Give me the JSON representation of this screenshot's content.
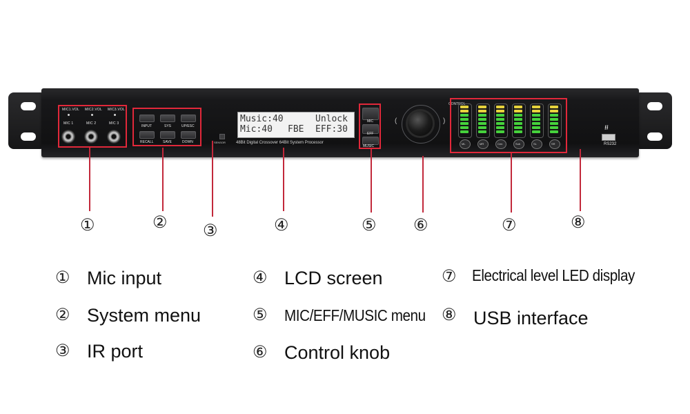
{
  "panel": {
    "mic_section": {
      "vol_labels": [
        "MIC1.VOL",
        "MIC2.VOL",
        "MIC3.VOL"
      ],
      "input_labels": [
        "MIC 1",
        "MIC 2",
        "MIC 3"
      ]
    },
    "system_buttons": [
      "INPUT",
      "SYS",
      "UP/ESC",
      "RECALL",
      "SAVE",
      "DOWN"
    ],
    "sensor_label": "SENSOR",
    "lcd": {
      "line1_left": "Music:40",
      "line1_right": "Unlock",
      "line2_left": "Mic:40",
      "line2_mid": "FBE",
      "line2_right": "EFF:30",
      "subtitle": "48Bit Digital Crossover 64Bit System Processor"
    },
    "mode_buttons": [
      "MIC",
      "EFF",
      "MUSIC"
    ],
    "control_label": "CONTROL",
    "channels": [
      "ML",
      "MR",
      "Cen",
      "Sub",
      "SL",
      "SR"
    ],
    "usb_label": "RS232"
  },
  "callouts": [
    "①",
    "②",
    "③",
    "④",
    "⑤",
    "⑥",
    "⑦",
    "⑧"
  ],
  "legend": [
    {
      "num": "①",
      "text": "Mic input"
    },
    {
      "num": "②",
      "text": "System menu"
    },
    {
      "num": "③",
      "text": "IR port"
    },
    {
      "num": "④",
      "text": "LCD screen"
    },
    {
      "num": "⑤",
      "text": "MIC/EFF/MUSIC menu"
    },
    {
      "num": "⑥",
      "text": "Control knob"
    },
    {
      "num": "⑦",
      "text": "Electrical level LED display"
    },
    {
      "num": "⑧",
      "text": "USB interface"
    }
  ],
  "colors": {
    "highlight": "#e2283a",
    "led_green": "#46d23c",
    "led_yellow": "#e6d23c",
    "led_red": "#e23c3c"
  }
}
